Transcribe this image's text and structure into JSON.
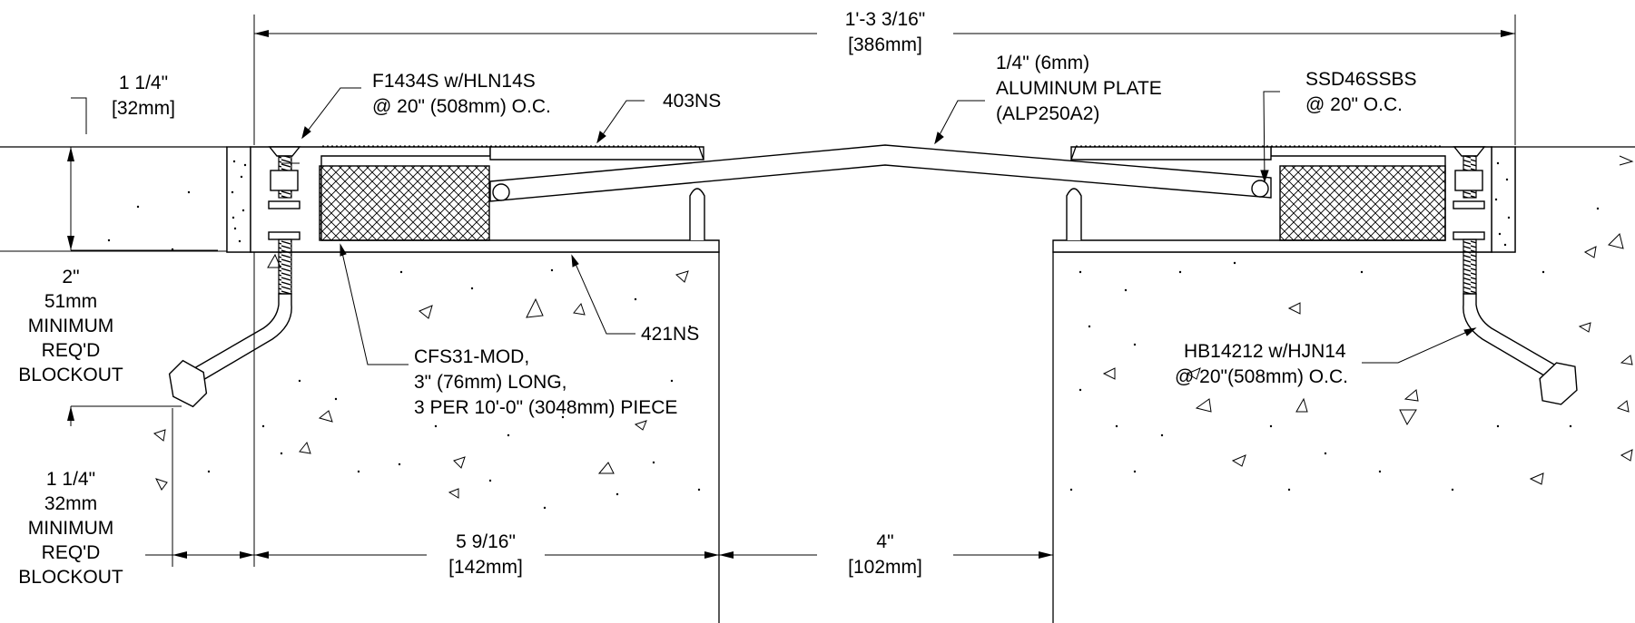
{
  "dimensions": {
    "overall": {
      "imperial": "1'-3 3/16\"",
      "metric": "[386mm]"
    },
    "left_offset": {
      "imperial": "5 9/16\"",
      "metric": "[142mm]"
    },
    "gap": {
      "imperial": "4\"",
      "metric": "[102mm]"
    },
    "top_depth": {
      "imperial": "1 1/4\"",
      "metric": "[32mm]"
    },
    "blockout_top": {
      "line1": "2\"",
      "line2": "51mm",
      "line3": "MINIMUM",
      "line4": "REQ'D",
      "line5": "BLOCKOUT"
    },
    "blockout_side": {
      "line1": "1 1/4\"",
      "line2": "32mm",
      "line3": "MINIMUM",
      "line4": "REQ'D",
      "line5": "BLOCKOUT"
    }
  },
  "callouts": {
    "f1434s": {
      "line1": "F1434S w/HLN14S",
      "line2": "@ 20\" (508mm) O.C."
    },
    "n403": {
      "line1": "403NS"
    },
    "plate": {
      "line1": "1/4\" (6mm)",
      "line2": "ALUMINUM PLATE",
      "line3": "(ALP250A2)"
    },
    "ssd": {
      "line1": "SSD46SSBS",
      "line2": "@ 20\" O.C."
    },
    "n421": {
      "line1": "421NS"
    },
    "cfs": {
      "line1": "CFS31-MOD,",
      "line2": "3\" (76mm) LONG,",
      "line3": "3 PER 10'-0\" (3048mm) PIECE"
    },
    "hb": {
      "line1": "HB14212 w/HJN14",
      "line2": "@ 20\"(508mm) O.C."
    }
  },
  "colors": {
    "line": "#000000",
    "background": "#ffffff"
  }
}
